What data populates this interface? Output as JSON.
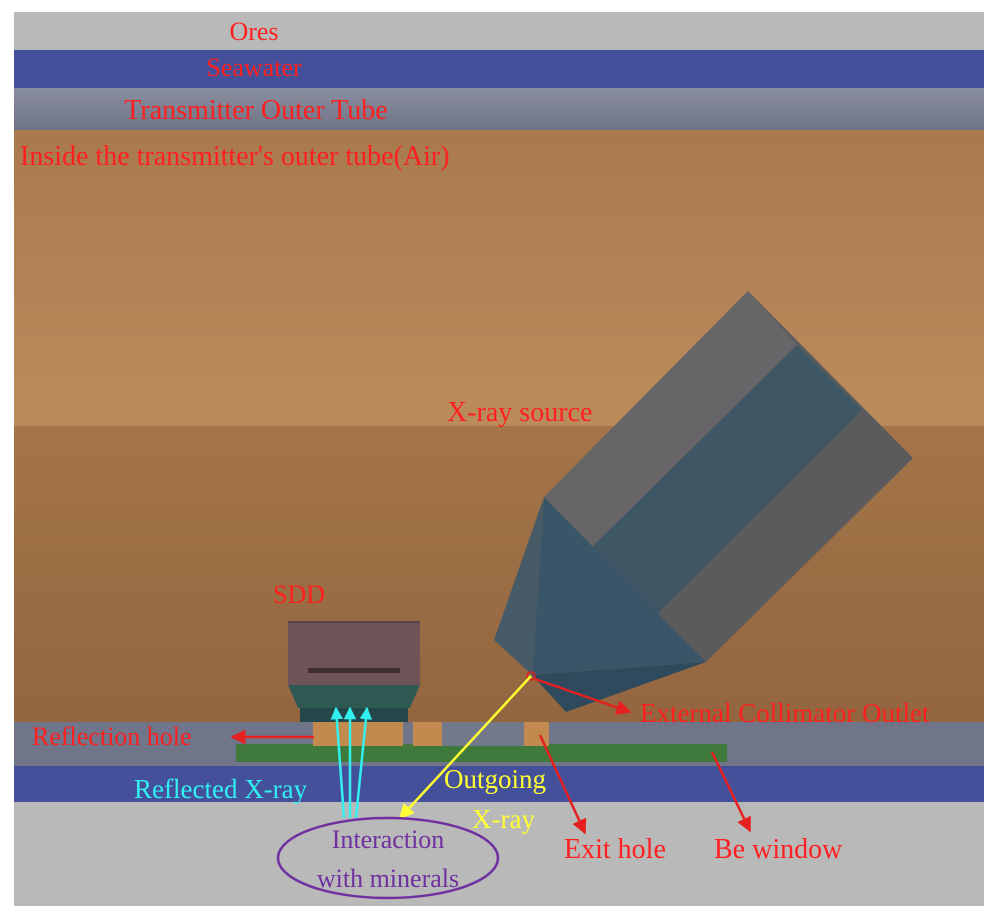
{
  "labels": {
    "ores": "Ores",
    "seawater": "Seawater",
    "outer_tube": "Transmitter Outer Tube",
    "inside_tube": "Inside the transmitter's outer tube(Air)",
    "xray_source": "X-ray source",
    "sdd": "SDD",
    "collimator_outlet": "External Collimator Outlet",
    "reflection_hole": "Reflection hole",
    "reflected_xray": "Reflected X-ray",
    "outgoing_line1": "Outgoing",
    "outgoing_line2": "X-ray",
    "exit_hole": "Exit hole",
    "be_window": "Be window",
    "interaction_line1": "Interaction",
    "interaction_line2": "with minerals"
  },
  "colors": {
    "ores": "#b9b9b9",
    "seawater": "#44519a",
    "outer_tube": "#73788a",
    "air_upper": "#b98a5a",
    "air_lower": "#a47548",
    "source_body": "#5b5a5c",
    "source_panel": "#3f5665",
    "source_cone": "#3a5568",
    "sdd_top": "#6e5458",
    "sdd_bottom": "#2f5a54",
    "hole_copper": "#c38a4f",
    "be_window": "#3f7a3c",
    "label_red": "#ff1f1f",
    "arrow_red": "#e61f1f",
    "yellow": "#ffff33",
    "cyan": "#33f0f0",
    "purple": "#7030a0"
  }
}
